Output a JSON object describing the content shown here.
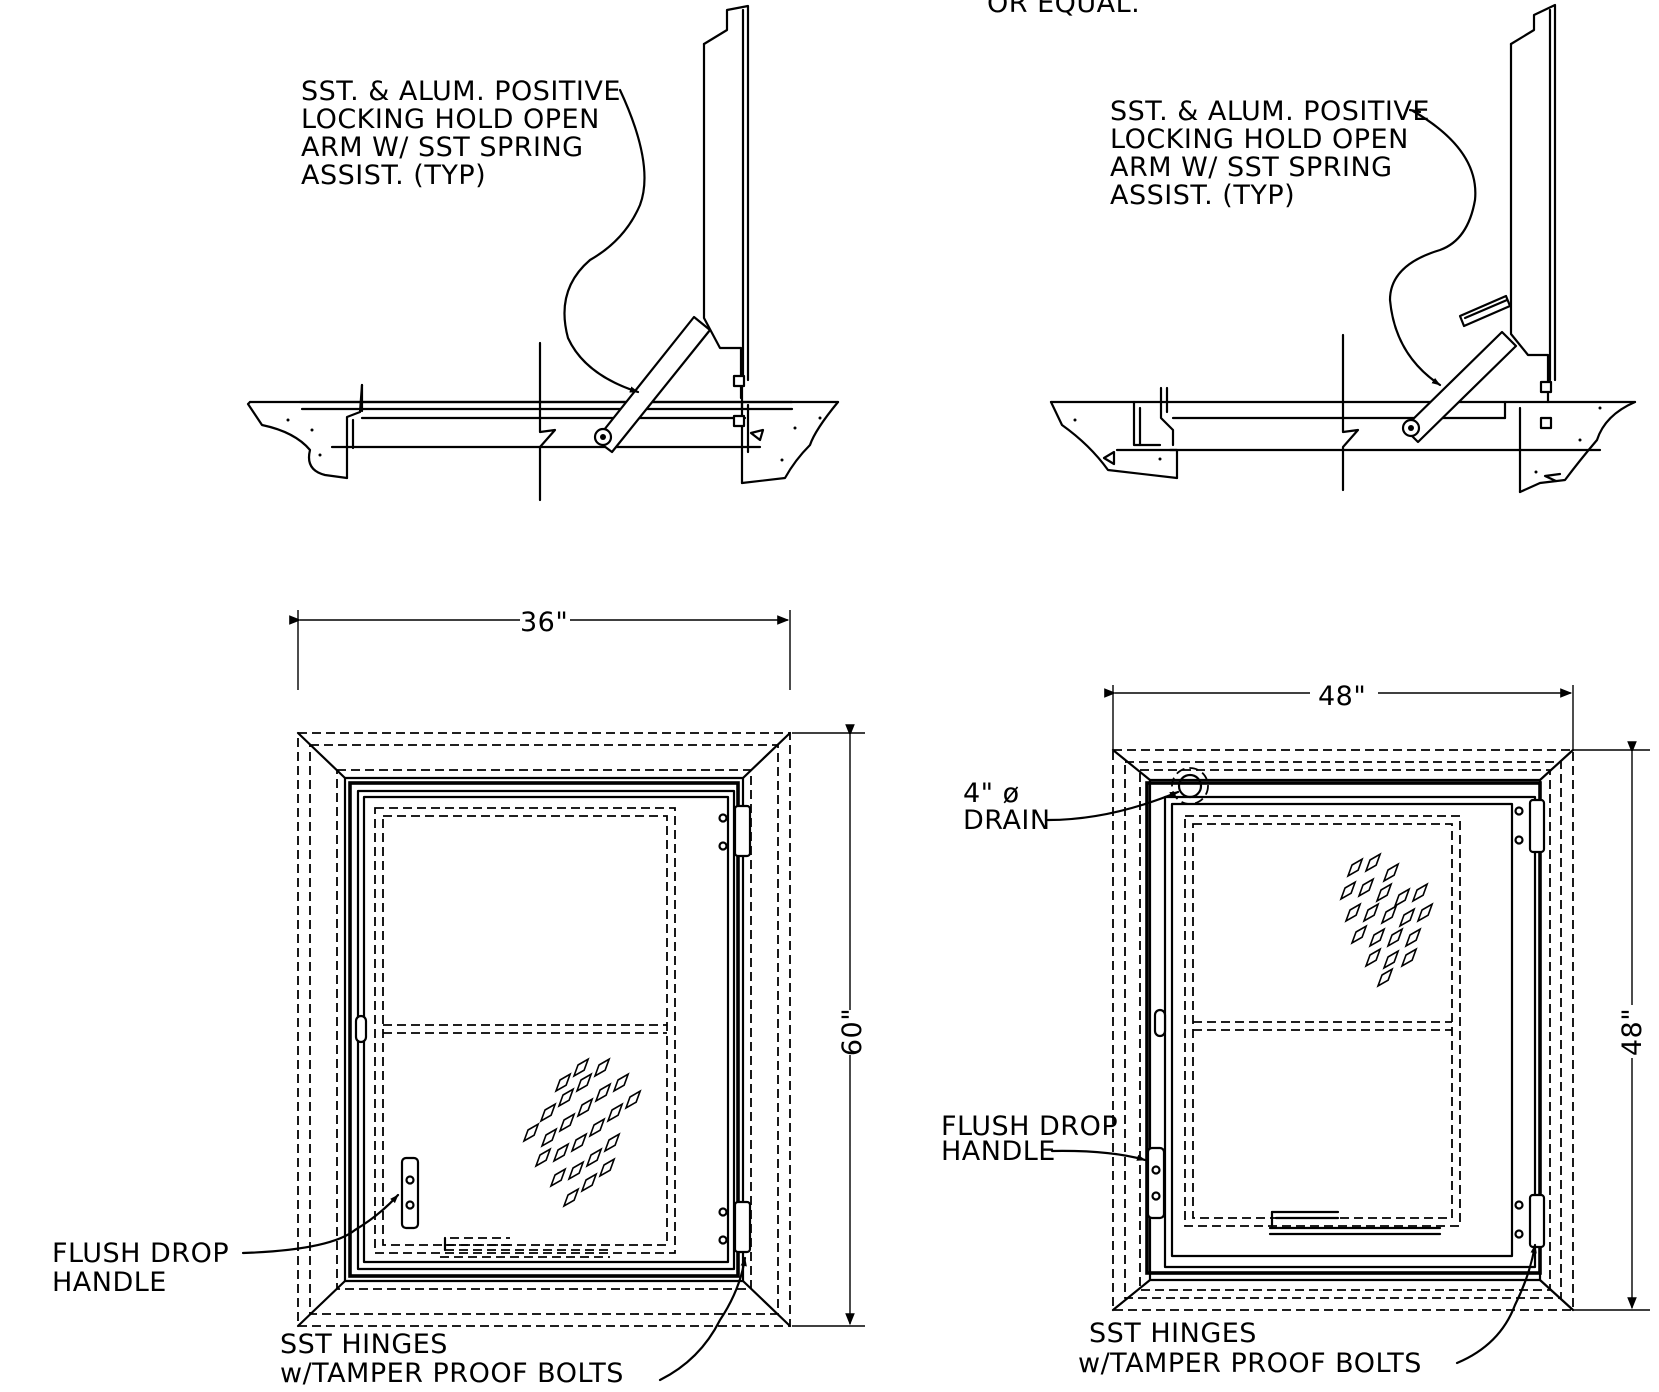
{
  "notes": {
    "top_fragment": "OR EQUAL.",
    "arm_left": [
      "SST. & ALUM. POSITIVE",
      "LOCKING HOLD OPEN",
      "ARM W/ SST SPRING",
      "ASSIST. (TYP)"
    ],
    "arm_right": [
      "SST. & ALUM. POSITIVE",
      "LOCKING HOLD OPEN",
      "ARM W/ SST SPRING",
      "ASSIST. (TYP)"
    ],
    "handle_left": [
      "FLUSH DROP",
      "HANDLE"
    ],
    "handle_right": [
      "FLUSH DROP",
      "HANDLE"
    ],
    "hinges_left": [
      "SST HINGES",
      "w/TAMPER PROOF BOLTS"
    ],
    "hinges_right": [
      "SST HINGES",
      "w/TAMPER PROOF BOLTS"
    ],
    "drain": [
      "4\" ø",
      "DRAIN"
    ]
  },
  "dimensions": {
    "left_width": "36\"",
    "left_height": "60\"",
    "right_width": "48\"",
    "right_height": "48\""
  }
}
